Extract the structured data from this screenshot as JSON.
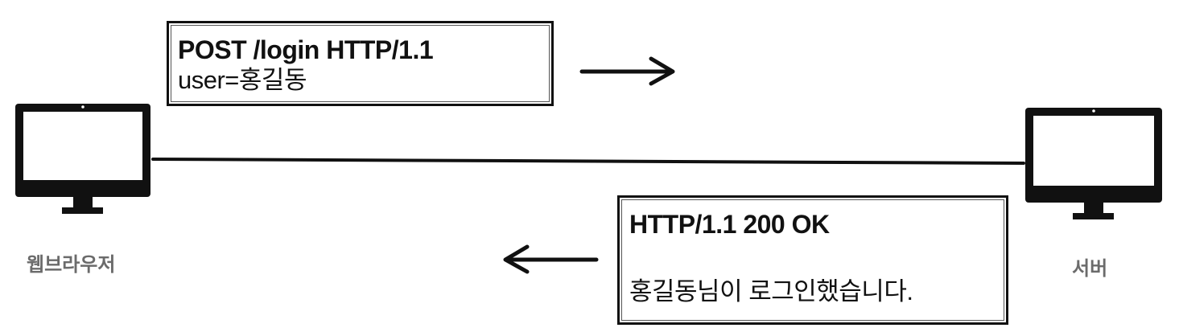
{
  "request": {
    "line1": "POST /login HTTP/1.1",
    "line2": "user=홍길동"
  },
  "response": {
    "line1": "HTTP/1.1 200 OK",
    "line2": "홍길동님이 로그인했습니다."
  },
  "client": {
    "label": "웹브라우저"
  },
  "server": {
    "label": "서버"
  },
  "colors": {
    "ink": "#111111",
    "label_gray": "#6b6b6b",
    "background": "#ffffff"
  }
}
